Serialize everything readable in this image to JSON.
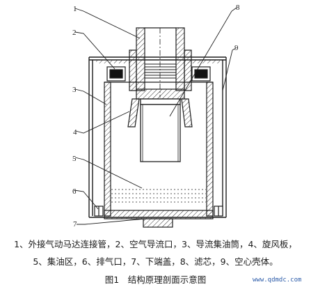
{
  "labels": [
    "1",
    "2",
    "3",
    "4",
    "5",
    "6",
    "7",
    "8",
    "9"
  ],
  "legend": {
    "line1": "1、外接气动马达连接管，2、空气导流口，3、导流集油筒，4、旋风板，",
    "line2": "5、集油区，6、排气口，7、下端盖，8、滤芯，9、空心壳体。"
  },
  "caption": "图1　结构原理剖面示意图",
  "watermark": "www.qdmdc.com",
  "colors": {
    "line": "#1c1c1c",
    "hatch": "#333333",
    "oil": "#555555",
    "watermark": "#2a5aa8"
  }
}
